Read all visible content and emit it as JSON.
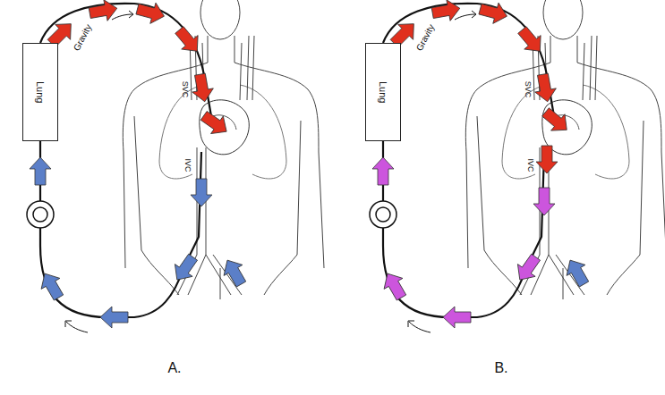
{
  "diagram": {
    "nodes": [
      {
        "text": [
          "Lung"
        ]
      },
      {
        "text": [
          "Lung"
        ]
      }
    ],
    "labels": [
      "Gravity",
      "SVC",
      "IVC",
      "A.",
      "Gravity",
      "SVC",
      "IVC",
      "B."
    ]
  }
}
